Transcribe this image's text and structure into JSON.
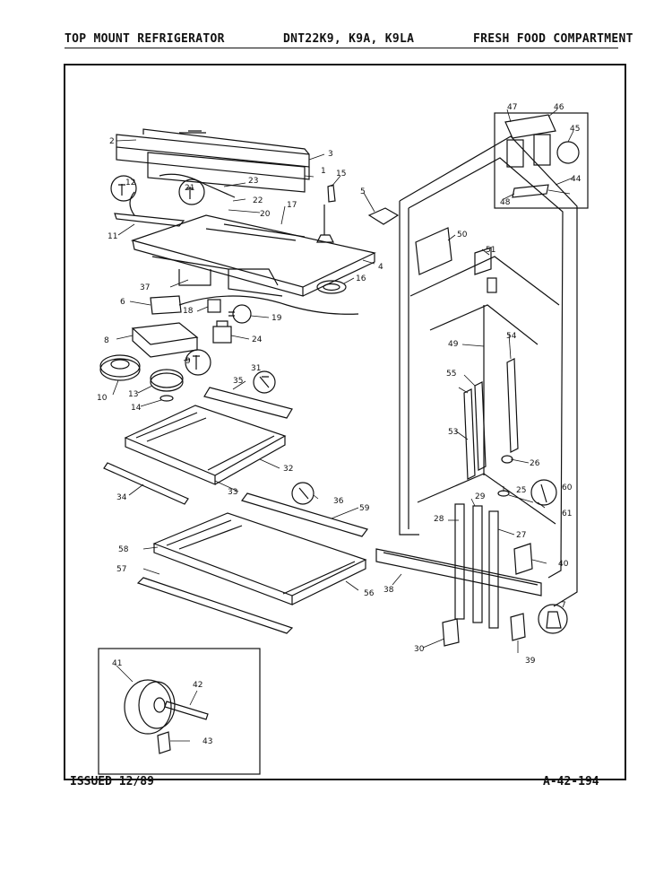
{
  "header": {
    "title": "TOP MOUNT REFRIGERATOR",
    "models": "DNT22K9, K9A, K9LA",
    "section": "FRESH FOOD COMPARTMENT"
  },
  "footer": {
    "issued": "ISSUED 12/89",
    "drawing_no": "A-42-194"
  },
  "callouts": [
    "1",
    "2",
    "3",
    "4",
    "5",
    "6",
    "7",
    "8",
    "9",
    "10",
    "11",
    "12",
    "13",
    "14",
    "15",
    "16",
    "17",
    "18",
    "19",
    "20",
    "21",
    "22",
    "23",
    "24",
    "25",
    "26",
    "27",
    "28",
    "29",
    "30",
    "31",
    "32",
    "33",
    "34",
    "35",
    "36",
    "37",
    "38",
    "39",
    "40",
    "41",
    "42",
    "43",
    "44",
    "45",
    "46",
    "47",
    "48",
    "49",
    "50",
    "51",
    "53",
    "54",
    "55",
    "56",
    "57",
    "58",
    "59",
    "60",
    "61"
  ]
}
